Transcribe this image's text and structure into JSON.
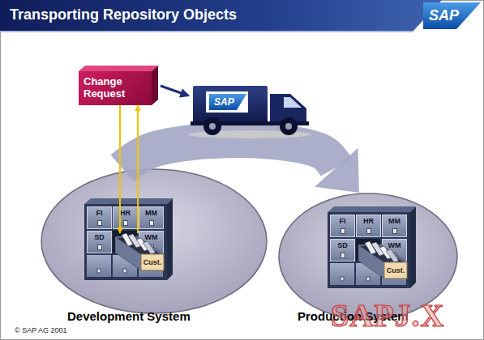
{
  "diagram": {
    "title": "Transporting Repository Objects",
    "nodes": [
      {
        "text": [
          "Change Request"
        ]
      },
      {
        "text": [
          "Development System"
        ]
      },
      {
        "text": [
          "FI"
        ],
        "in": 1
      },
      {
        "text": [
          "HR"
        ],
        "in": 1
      },
      {
        "text": [
          "MM"
        ],
        "in": 1
      },
      {
        "text": [
          "SD"
        ],
        "in": 1
      },
      {
        "text": [
          "WM"
        ],
        "in": 1
      },
      {
        "text": [
          "Cust."
        ],
        "in": 1
      },
      {
        "text": [
          "Production System"
        ]
      },
      {
        "text": [
          "FI"
        ],
        "in": 8
      },
      {
        "text": [
          "HR"
        ],
        "in": 8
      },
      {
        "text": [
          "MM"
        ],
        "in": 8
      },
      {
        "text": [
          "SD"
        ],
        "in": 8
      },
      {
        "text": [
          "WM"
        ],
        "in": 8
      },
      {
        "text": [
          "Cust."
        ],
        "in": 8
      }
    ],
    "edges": [
      {
        "from": 0,
        "to": 7,
        "arrow": "to"
      },
      {
        "from": 7,
        "to": 0,
        "arrow": "to"
      },
      {
        "from": 1,
        "to": 8,
        "arrow": "to"
      }
    ],
    "labels": [
      "SAP",
      "SAP",
      "© SAP AG 2001",
      "SAPJ.X"
    ]
  }
}
